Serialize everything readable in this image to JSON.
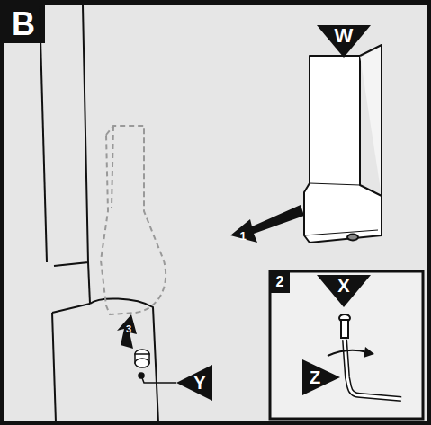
{
  "diagram": {
    "labels": [
      "B",
      "W",
      "1",
      "2",
      "X",
      "Z",
      "3",
      "Y"
    ]
  }
}
